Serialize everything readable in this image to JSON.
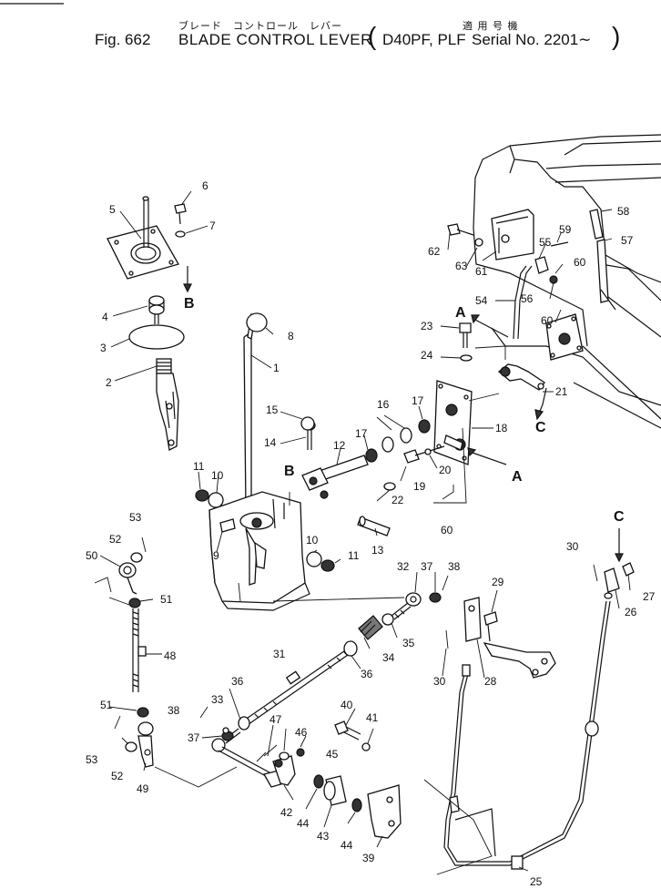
{
  "header": {
    "jp_title": "ブレード　コントロール　レバー",
    "jp_applicable": "適 用 号 機",
    "fig_label": "Fig. 662",
    "title": "BLADE CONTROL LEVER",
    "paren_open": "(",
    "model": "D40PF, PLF",
    "serial": "Serial No. 2201∼",
    "paren_close": ")"
  },
  "callouts": [
    {
      "id": "p1",
      "text": "1"
    },
    {
      "id": "p2",
      "text": "2"
    },
    {
      "id": "p3",
      "text": "3"
    },
    {
      "id": "p4",
      "text": "4"
    },
    {
      "id": "p5",
      "text": "5"
    },
    {
      "id": "p6",
      "text": "6"
    },
    {
      "id": "p7",
      "text": "7"
    },
    {
      "id": "p8",
      "text": "8"
    },
    {
      "id": "p9",
      "text": "9"
    },
    {
      "id": "p10a",
      "text": "10"
    },
    {
      "id": "p10b",
      "text": "10"
    },
    {
      "id": "p11a",
      "text": "11"
    },
    {
      "id": "p11b",
      "text": "11"
    },
    {
      "id": "p12",
      "text": "12"
    },
    {
      "id": "p13",
      "text": "13"
    },
    {
      "id": "p14",
      "text": "14"
    },
    {
      "id": "p15",
      "text": "15"
    },
    {
      "id": "p16",
      "text": "16"
    },
    {
      "id": "p17a",
      "text": "17"
    },
    {
      "id": "p17b",
      "text": "17"
    },
    {
      "id": "p18",
      "text": "18"
    },
    {
      "id": "p19",
      "text": "19"
    },
    {
      "id": "p20",
      "text": "20"
    },
    {
      "id": "p21",
      "text": "21"
    },
    {
      "id": "p22",
      "text": "22"
    },
    {
      "id": "p23",
      "text": "23"
    },
    {
      "id": "p24",
      "text": "24"
    },
    {
      "id": "p25",
      "text": "25"
    },
    {
      "id": "p26",
      "text": "26"
    },
    {
      "id": "p27",
      "text": "27"
    },
    {
      "id": "p28",
      "text": "28"
    },
    {
      "id": "p29",
      "text": "29"
    },
    {
      "id": "p30a",
      "text": "30"
    },
    {
      "id": "p30b",
      "text": "30"
    },
    {
      "id": "p31",
      "text": "31"
    },
    {
      "id": "p32",
      "text": "32"
    },
    {
      "id": "p33",
      "text": "33"
    },
    {
      "id": "p34",
      "text": "34"
    },
    {
      "id": "p35",
      "text": "35"
    },
    {
      "id": "p36a",
      "text": "36"
    },
    {
      "id": "p36b",
      "text": "36"
    },
    {
      "id": "p37a",
      "text": "37"
    },
    {
      "id": "p37b",
      "text": "37"
    },
    {
      "id": "p38a",
      "text": "38"
    },
    {
      "id": "p38b",
      "text": "38"
    },
    {
      "id": "p39",
      "text": "39"
    },
    {
      "id": "p40",
      "text": "40"
    },
    {
      "id": "p41",
      "text": "41"
    },
    {
      "id": "p42",
      "text": "42"
    },
    {
      "id": "p43",
      "text": "43"
    },
    {
      "id": "p44a",
      "text": "44"
    },
    {
      "id": "p44b",
      "text": "44"
    },
    {
      "id": "p45",
      "text": "45"
    },
    {
      "id": "p46",
      "text": "46"
    },
    {
      "id": "p47",
      "text": "47"
    },
    {
      "id": "p48",
      "text": "48"
    },
    {
      "id": "p49",
      "text": "49"
    },
    {
      "id": "p50",
      "text": "50"
    },
    {
      "id": "p51a",
      "text": "51"
    },
    {
      "id": "p51b",
      "text": "51"
    },
    {
      "id": "p52a",
      "text": "52"
    },
    {
      "id": "p52b",
      "text": "52"
    },
    {
      "id": "p53a",
      "text": "53"
    },
    {
      "id": "p53b",
      "text": "53"
    },
    {
      "id": "p54",
      "text": "54"
    },
    {
      "id": "p55",
      "text": "55"
    },
    {
      "id": "p56",
      "text": "56"
    },
    {
      "id": "p57",
      "text": "57"
    },
    {
      "id": "p58",
      "text": "58"
    },
    {
      "id": "p59",
      "text": "59"
    },
    {
      "id": "p60a",
      "text": "60"
    },
    {
      "id": "p60b",
      "text": "60"
    },
    {
      "id": "p60c",
      "text": "60"
    },
    {
      "id": "p61",
      "text": "61"
    },
    {
      "id": "p62",
      "text": "62"
    },
    {
      "id": "p63",
      "text": "63"
    }
  ],
  "refs": {
    "A1": "A",
    "A2": "A",
    "B1": "B",
    "B2": "B",
    "C1": "C",
    "C2": "C"
  }
}
